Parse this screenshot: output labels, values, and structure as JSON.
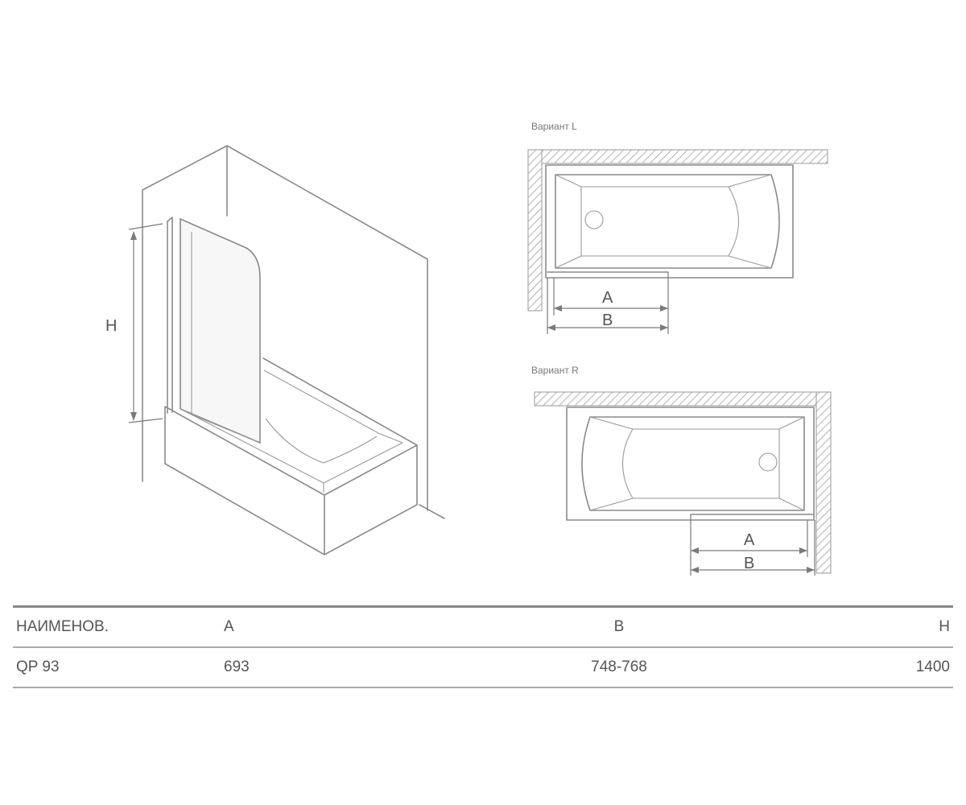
{
  "labels": {
    "height": "H",
    "variant_left": "Вариант L",
    "variant_right": "Вариант R",
    "dim_a": "A",
    "dim_b": "B"
  },
  "table": {
    "headers": [
      "НАИМЕНОВ.",
      "A",
      "B",
      "H"
    ],
    "rows": [
      [
        "QP 93",
        "693",
        "748-768",
        "1400"
      ]
    ]
  }
}
